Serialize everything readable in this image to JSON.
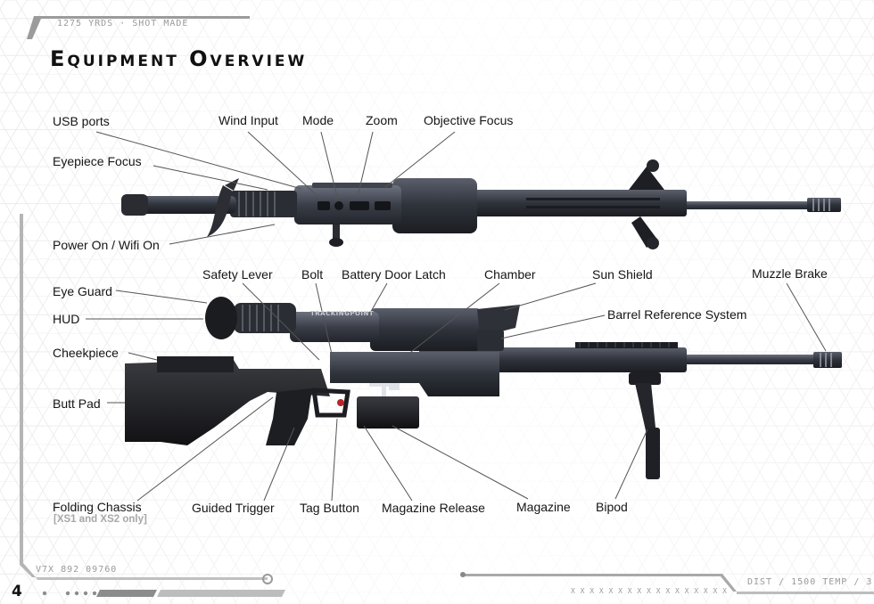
{
  "header": {
    "tag": "1275 YRDS · SHOT MADE",
    "title": "Equipment Overview"
  },
  "footer": {
    "serial": "V7X 892 09760",
    "page_number": "4",
    "marks": "X X X X X X X X X X X X X X X X X",
    "readout": "DIST / 1500   TEMP / 3"
  },
  "scope_rifle": {
    "labels": {
      "usb_ports": "USB ports",
      "eyepiece_focus": "Eyepiece Focus",
      "wind_input": "Wind Input",
      "mode": "Mode",
      "zoom": "Zoom",
      "objective_focus": "Objective Focus",
      "power_on": "Power On / Wifi On"
    }
  },
  "full_rifle": {
    "labels": {
      "eye_guard": "Eye Guard",
      "hud": "HUD",
      "cheekpiece": "Cheekpiece",
      "butt_pad": "Butt Pad",
      "safety_lever": "Safety Lever",
      "bolt": "Bolt",
      "battery_door_latch": "Battery Door Latch",
      "chamber": "Chamber",
      "sun_shield": "Sun Shield",
      "muzzle_brake": "Muzzle Brake",
      "barrel_reference_system": "Barrel Reference System",
      "folding_chassis": "Folding Chassis",
      "folding_chassis_note": "[XS1 and XS2 only]",
      "guided_trigger": "Guided Trigger",
      "tag_button": "Tag Button",
      "magazine_release": "Magazine Release",
      "magazine": "Magazine",
      "bipod": "Bipod"
    },
    "scope_brand": "TRACKINGPOINT"
  }
}
